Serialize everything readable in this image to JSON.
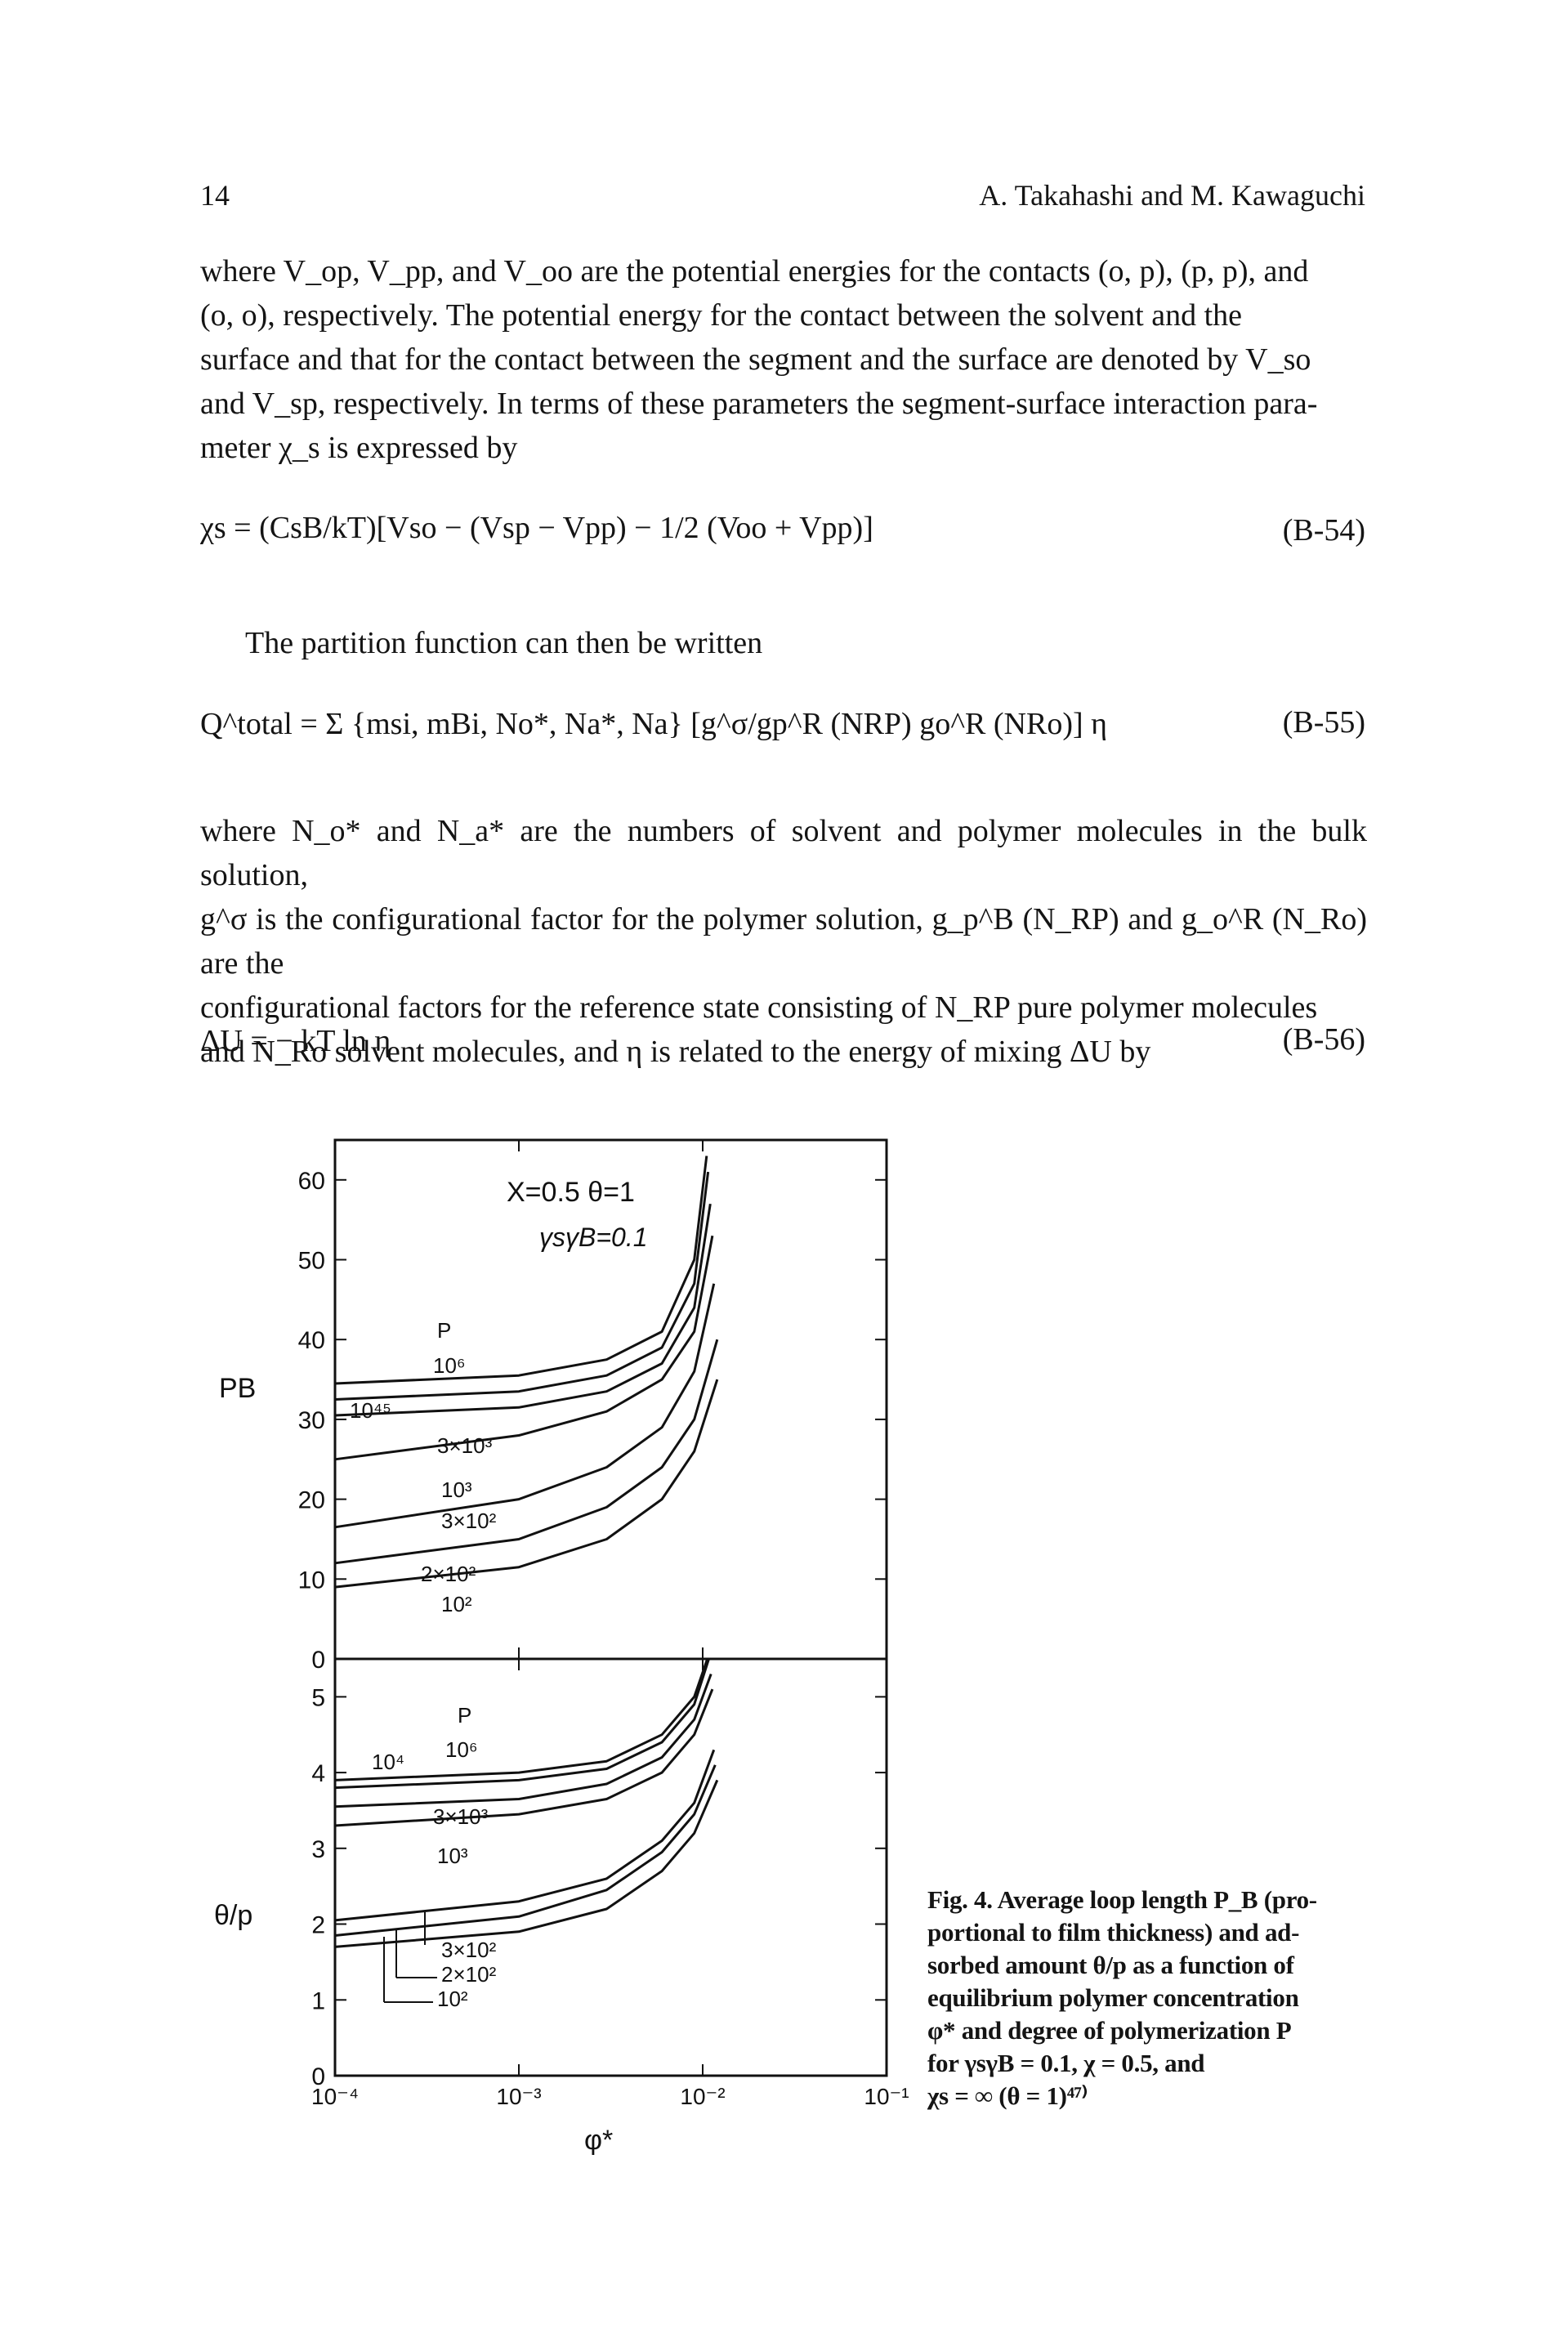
{
  "header": {
    "page_number": "14",
    "running_head": "A. Takahashi and M. Kawaguchi"
  },
  "paragraph1": {
    "line1": "where V_op, V_pp, and V_oo are the potential energies for the contacts (o, p), (p, p), and",
    "line2": "(o, o), respectively. The potential energy for the contact between the solvent and the",
    "line3": "surface and that for the contact between the segment and the surface are denoted by V_so",
    "line4": "and V_sp, respectively. In terms of these parameters the segment-surface interaction para-",
    "line5": "meter χ_s is expressed by"
  },
  "equations": {
    "b54": {
      "text": "χs = (CsB/kT)[Vso − (Vsp − Vpp) − 1/2 (Voo + Vpp)]",
      "number": "(B-54)"
    },
    "b55_intro": "The partition function can then be written",
    "b55": {
      "text": "Q^total = Σ {msi, mBi, No*, Na*, Na} [g^σ/gp^R (NRP) go^R (NRo)] η",
      "number": "(B-55)"
    },
    "b56": {
      "text": "ΔU = − kT ln η",
      "number": "(B-56)"
    }
  },
  "paragraph2": {
    "line1": "where N_o* and N_a* are the numbers of solvent and polymer molecules in the bulk solution,",
    "line2": "g^σ is the configurational factor for the polymer solution, g_p^B (N_RP) and g_o^R (N_Ro) are the",
    "line3": "configurational factors for the reference state consisting of N_RP pure polymer molecules",
    "line4": "and N_Ro solvent molecules, and η is related to the energy of mixing ΔU by"
  },
  "chart_data": [
    {
      "type": "line",
      "panel": "top",
      "ylabel": "PB",
      "xscale": "log",
      "xlim": [
        0.0001,
        0.1
      ],
      "ylim": [
        0,
        65
      ],
      "yticks": [
        "0",
        "10",
        "20",
        "30",
        "40",
        "50",
        "60"
      ],
      "annotations": [
        "X=0.5  θ=1",
        "γsγB=0.1"
      ],
      "series": [
        {
          "name": "10⁶",
          "x": [
            0.0001,
            0.001,
            0.003,
            0.006,
            0.009,
            0.0105
          ],
          "values": [
            34.5,
            35.5,
            37.5,
            41,
            50,
            63
          ]
        },
        {
          "name": "10⁴·⁵",
          "x": [
            0.0001,
            0.001,
            0.003,
            0.006,
            0.009,
            0.0107
          ],
          "values": [
            32.5,
            33.5,
            35.5,
            39,
            47,
            61
          ]
        },
        {
          "name": "3×10³",
          "x": [
            0.0001,
            0.001,
            0.003,
            0.006,
            0.009,
            0.011
          ],
          "values": [
            30.5,
            31.5,
            33.5,
            37,
            44,
            57
          ]
        },
        {
          "name": "10³",
          "x": [
            0.0001,
            0.001,
            0.003,
            0.006,
            0.009,
            0.0113
          ],
          "values": [
            25,
            28,
            31,
            35,
            41,
            53
          ]
        },
        {
          "name": "3×10²",
          "x": [
            0.0001,
            0.001,
            0.003,
            0.006,
            0.009,
            0.0115
          ],
          "values": [
            16.5,
            20,
            24,
            29,
            36,
            47
          ]
        },
        {
          "name": "2×10²",
          "x": [
            0.0001,
            0.001,
            0.003,
            0.006,
            0.009,
            0.012
          ],
          "values": [
            12,
            15,
            19,
            24,
            30,
            40
          ]
        },
        {
          "name": "10²",
          "x": [
            0.0001,
            0.001,
            0.003,
            0.006,
            0.009,
            0.012
          ],
          "values": [
            9,
            11.5,
            15,
            20,
            26,
            35
          ]
        }
      ],
      "curve_labels": [
        "P",
        "10⁶",
        "10⁴⁵",
        "3×10³",
        "10³",
        "3×10²",
        "2×10²",
        "10²"
      ]
    },
    {
      "type": "line",
      "panel": "bottom",
      "ylabel": "θ/p",
      "xlabel": "φ*",
      "xscale": "log",
      "xlim": [
        0.0001,
        0.1
      ],
      "ylim": [
        0,
        5.5
      ],
      "xticks": [
        "10⁻⁴",
        "10⁻³",
        "10⁻²",
        "10⁻¹"
      ],
      "yticks": [
        "0",
        "1",
        "2",
        "3",
        "4",
        "5"
      ],
      "series": [
        {
          "name": "10⁶",
          "x": [
            0.0001,
            0.001,
            0.003,
            0.006,
            0.009,
            0.0106
          ],
          "values": [
            3.9,
            4.0,
            4.15,
            4.5,
            5.0,
            5.6
          ]
        },
        {
          "name": "10⁴",
          "x": [
            0.0001,
            0.001,
            0.003,
            0.006,
            0.009,
            0.0108
          ],
          "values": [
            3.8,
            3.9,
            4.05,
            4.4,
            4.9,
            5.5
          ]
        },
        {
          "name": "3×10³",
          "x": [
            0.0001,
            0.001,
            0.003,
            0.006,
            0.009,
            0.0111
          ],
          "values": [
            3.55,
            3.65,
            3.85,
            4.2,
            4.7,
            5.3
          ]
        },
        {
          "name": "10³",
          "x": [
            0.0001,
            0.001,
            0.003,
            0.006,
            0.009,
            0.0113
          ],
          "values": [
            3.3,
            3.45,
            3.65,
            4.0,
            4.5,
            5.1
          ]
        },
        {
          "name": "3×10²",
          "x": [
            0.0001,
            0.001,
            0.003,
            0.006,
            0.009,
            0.0115
          ],
          "values": [
            2.05,
            2.3,
            2.6,
            3.1,
            3.6,
            4.3
          ]
        },
        {
          "name": "2×10²",
          "x": [
            0.0001,
            0.001,
            0.003,
            0.006,
            0.009,
            0.0117
          ],
          "values": [
            1.85,
            2.1,
            2.45,
            2.95,
            3.45,
            4.1
          ]
        },
        {
          "name": "10²",
          "x": [
            0.0001,
            0.001,
            0.003,
            0.006,
            0.009,
            0.012
          ],
          "values": [
            1.7,
            1.9,
            2.2,
            2.7,
            3.2,
            3.9
          ]
        }
      ],
      "curve_labels": [
        "P",
        "10⁶",
        "10⁴",
        "3×10³",
        "10³",
        "3×10²",
        "2×10²",
        "10²"
      ]
    }
  ],
  "caption": {
    "line1": "Fig. 4. Average loop length P_B (pro-",
    "line2": "portional to film thickness) and ad-",
    "line3": "sorbed amount θ/p as a function of",
    "line4": "equilibrium polymer concentration",
    "line5": "φ* and degree of polymerization P",
    "line6": "for γsγB = 0.1, χ = 0.5, and",
    "line7": "χs = ∞ (θ = 1)⁴⁷⁾"
  }
}
